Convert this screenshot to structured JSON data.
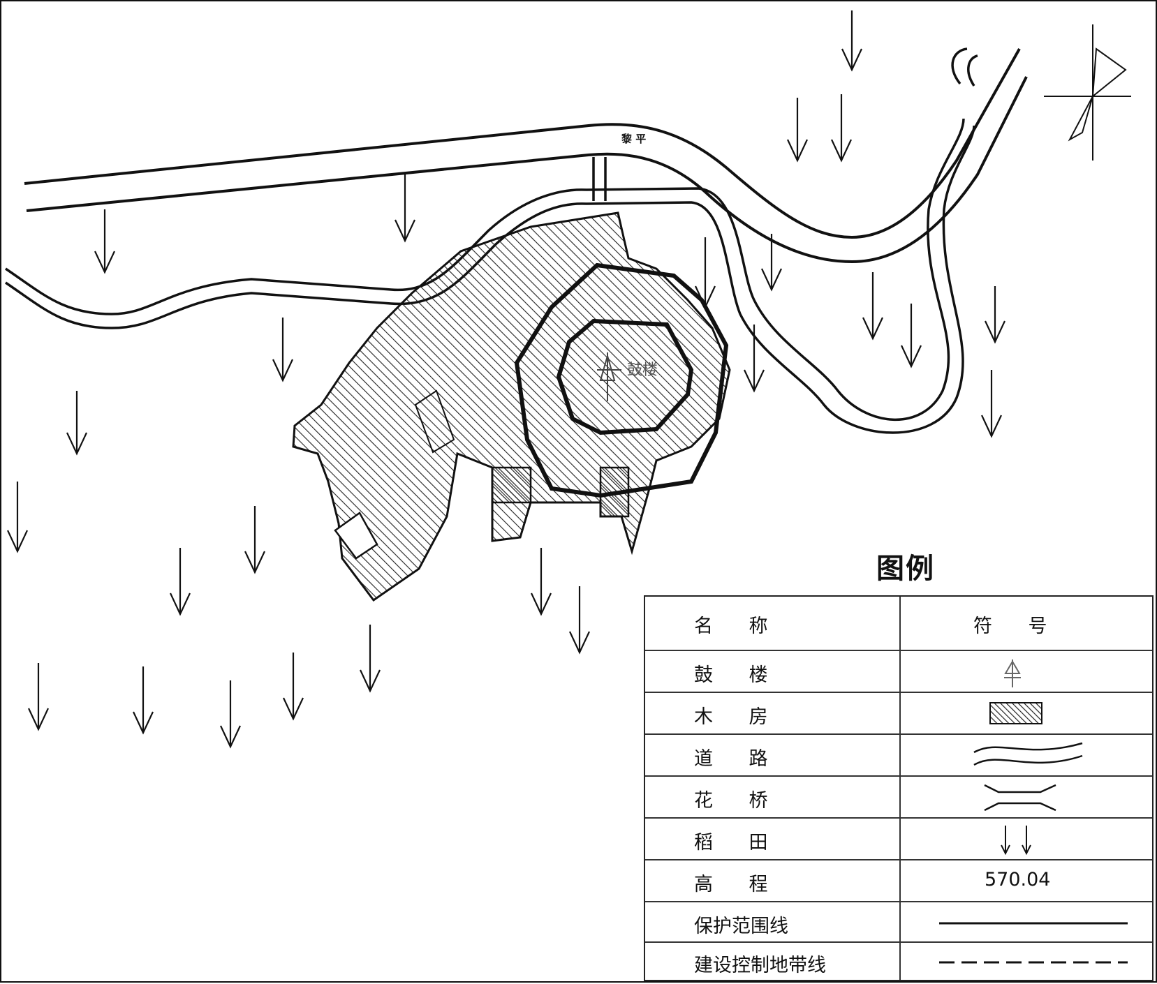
{
  "map": {
    "road_label": "黎    平",
    "tower_label": "鼓楼"
  },
  "legend": {
    "title": "图例",
    "header": {
      "name": "名      称",
      "symbol": "符      号"
    },
    "rows": [
      {
        "name": "鼓      楼",
        "symbol": "drum-tower-icon"
      },
      {
        "name": "木      房",
        "symbol": "hatched-box-icon"
      },
      {
        "name": "道      路",
        "symbol": "double-line-road-icon"
      },
      {
        "name": "花      桥",
        "symbol": "bridge-icon"
      },
      {
        "name": "稻      田",
        "symbol": "paddy-arrow-icon"
      },
      {
        "name": "高      程",
        "symbol": "570.04"
      },
      {
        "name": "保护范围线",
        "symbol": "solid-line-icon"
      },
      {
        "name": "建设控制地带线",
        "symbol": "dashed-line-icon"
      }
    ]
  },
  "colors": {
    "ink": "#111111",
    "paper": "#ffffff"
  }
}
